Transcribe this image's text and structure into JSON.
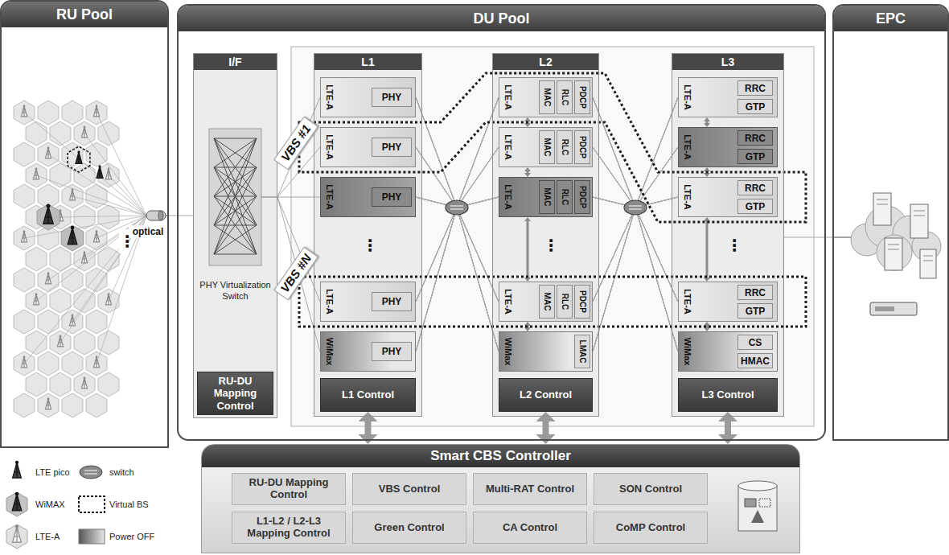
{
  "diagram": {
    "nodes": [
      {
        "text": [
          "RU Pool"
        ]
      },
      {
        "text": [
          "DU Pool"
        ]
      },
      {
        "text": [
          "I/F",
          "PHY Virtualization Switch"
        ],
        "in": 1
      },
      {
        "text": [
          "RU-DU Mapping Control"
        ],
        "in": 2
      },
      {
        "text": [
          "L1"
        ],
        "in": 1
      },
      {
        "text": [
          "LTE-A"
        ],
        "in": 4
      },
      {
        "text": [
          "PHY"
        ],
        "in": 5
      },
      {
        "text": [
          "LTE-A"
        ],
        "in": 4
      },
      {
        "text": [
          "PHY"
        ],
        "in": 7
      },
      {
        "text": [
          "LTE-A"
        ],
        "in": 4
      },
      {
        "text": [
          "PHY"
        ],
        "in": 9
      },
      {
        "text": [
          "LTE-A"
        ],
        "in": 4
      },
      {
        "text": [
          "PHY"
        ],
        "in": 11
      },
      {
        "text": [
          "WiMax"
        ],
        "in": 4
      },
      {
        "text": [
          "PHY"
        ],
        "in": 13
      },
      {
        "text": [
          "L1 Control"
        ],
        "in": 4
      },
      {
        "text": [
          "L2"
        ],
        "in": 1
      },
      {
        "text": [
          "LTE-A"
        ],
        "in": 16
      },
      {
        "text": [
          "MAC"
        ],
        "in": 17
      },
      {
        "text": [
          "RLC"
        ],
        "in": 17
      },
      {
        "text": [
          "PDCP"
        ],
        "in": 17
      },
      {
        "text": [
          "LTE-A"
        ],
        "in": 16
      },
      {
        "text": [
          "MAC"
        ],
        "in": 21
      },
      {
        "text": [
          "RLC"
        ],
        "in": 21
      },
      {
        "text": [
          "PDCP"
        ],
        "in": 21
      },
      {
        "text": [
          "LTE-A"
        ],
        "in": 16
      },
      {
        "text": [
          "MAC"
        ],
        "in": 25
      },
      {
        "text": [
          "RLC"
        ],
        "in": 25
      },
      {
        "text": [
          "PDCP"
        ],
        "in": 25
      },
      {
        "text": [
          "LTE-A"
        ],
        "in": 16
      },
      {
        "text": [
          "MAC"
        ],
        "in": 29
      },
      {
        "text": [
          "RLC"
        ],
        "in": 29
      },
      {
        "text": [
          "PDCP"
        ],
        "in": 29
      },
      {
        "text": [
          "WiMax"
        ],
        "in": 16
      },
      {
        "text": [
          "LMAC"
        ],
        "in": 33
      },
      {
        "text": [
          "L2 Control"
        ],
        "in": 16
      },
      {
        "text": [
          "L3"
        ],
        "in": 1
      },
      {
        "text": [
          "LTE-A"
        ],
        "in": 36
      },
      {
        "text": [
          "RRC"
        ],
        "in": 37
      },
      {
        "text": [
          "GTP"
        ],
        "in": 37
      },
      {
        "text": [
          "LTE-A"
        ],
        "in": 36
      },
      {
        "text": [
          "RRC"
        ],
        "in": 40
      },
      {
        "text": [
          "GTP"
        ],
        "in": 40
      },
      {
        "text": [
          "LTE-A"
        ],
        "in": 36
      },
      {
        "text": [
          "RRC"
        ],
        "in": 43
      },
      {
        "text": [
          "GTP"
        ],
        "in": 43
      },
      {
        "text": [
          "LTE-A"
        ],
        "in": 36
      },
      {
        "text": [
          "RRC"
        ],
        "in": 46
      },
      {
        "text": [
          "GTP"
        ],
        "in": 46
      },
      {
        "text": [
          "WiMax"
        ],
        "in": 36
      },
      {
        "text": [
          "CS"
        ],
        "in": 49
      },
      {
        "text": [
          "HMAC"
        ],
        "in": 49
      },
      {
        "text": [
          "L3 Control"
        ],
        "in": 36
      },
      {
        "text": [
          "EPC"
        ]
      },
      {
        "text": [
          "Smart CBS Controller"
        ]
      },
      {
        "text": [
          "RU-DU Mapping Control"
        ],
        "in": 54
      },
      {
        "text": [
          "VBS Control"
        ],
        "in": 54
      },
      {
        "text": [
          "Multi-RAT Control"
        ],
        "in": 54
      },
      {
        "text": [
          "SON Control"
        ],
        "in": 54
      },
      {
        "text": [
          "L1-L2 / L2-L3 Mapping Control"
        ],
        "in": 54
      },
      {
        "text": [
          "Green Control"
        ],
        "in": 54
      },
      {
        "text": [
          "CA Control"
        ],
        "in": 54
      },
      {
        "text": [
          "CoMP Control"
        ],
        "in": 54
      }
    ],
    "edges": [
      {
        "from": 0,
        "to": 2,
        "arrow": "none"
      },
      {
        "from": 2,
        "to": 5,
        "arrow": "none"
      },
      {
        "from": 2,
        "to": 7,
        "arrow": "none"
      },
      {
        "from": 2,
        "to": 9,
        "arrow": "none"
      },
      {
        "from": 2,
        "to": 11,
        "arrow": "none"
      },
      {
        "from": 2,
        "to": 13,
        "arrow": "none"
      },
      {
        "from": 5,
        "to": 17,
        "arrow": "none"
      },
      {
        "from": 5,
        "to": 21,
        "arrow": "none"
      },
      {
        "from": 5,
        "to": 25,
        "arrow": "none"
      },
      {
        "from": 5,
        "to": 29,
        "arrow": "none"
      },
      {
        "from": 5,
        "to": 33,
        "arrow": "none"
      },
      {
        "from": 7,
        "to": 17,
        "arrow": "none"
      },
      {
        "from": 7,
        "to": 21,
        "arrow": "none"
      },
      {
        "from": 7,
        "to": 25,
        "arrow": "none"
      },
      {
        "from": 7,
        "to": 29,
        "arrow": "none"
      },
      {
        "from": 7,
        "to": 33,
        "arrow": "none"
      },
      {
        "from": 9,
        "to": 17,
        "arrow": "none"
      },
      {
        "from": 9,
        "to": 21,
        "arrow": "none"
      },
      {
        "from": 9,
        "to": 25,
        "arrow": "none"
      },
      {
        "from": 9,
        "to": 29,
        "arrow": "none"
      },
      {
        "from": 9,
        "to": 33,
        "arrow": "none"
      },
      {
        "from": 11,
        "to": 17,
        "arrow": "none"
      },
      {
        "from": 11,
        "to": 21,
        "arrow": "none"
      },
      {
        "from": 11,
        "to": 25,
        "arrow": "none"
      },
      {
        "from": 11,
        "to": 29,
        "arrow": "none"
      },
      {
        "from": 11,
        "to": 33,
        "arrow": "none"
      },
      {
        "from": 13,
        "to": 17,
        "arrow": "none"
      },
      {
        "from": 13,
        "to": 21,
        "arrow": "none"
      },
      {
        "from": 13,
        "to": 25,
        "arrow": "none"
      },
      {
        "from": 13,
        "to": 29,
        "arrow": "none"
      },
      {
        "from": 13,
        "to": 33,
        "arrow": "none"
      },
      {
        "from": 17,
        "to": 37,
        "arrow": "none"
      },
      {
        "from": 17,
        "to": 40,
        "arrow": "none"
      },
      {
        "from": 17,
        "to": 43,
        "arrow": "none"
      },
      {
        "from": 17,
        "to": 46,
        "arrow": "none"
      },
      {
        "from": 17,
        "to": 49,
        "arrow": "none"
      },
      {
        "from": 21,
        "to": 37,
        "arrow": "none"
      },
      {
        "from": 21,
        "to": 40,
        "arrow": "none"
      },
      {
        "from": 21,
        "to": 43,
        "arrow": "none"
      },
      {
        "from": 21,
        "to": 46,
        "arrow": "none"
      },
      {
        "from": 21,
        "to": 49,
        "arrow": "none"
      },
      {
        "from": 25,
        "to": 37,
        "arrow": "none"
      },
      {
        "from": 25,
        "to": 40,
        "arrow": "none"
      },
      {
        "from": 25,
        "to": 43,
        "arrow": "none"
      },
      {
        "from": 25,
        "to": 46,
        "arrow": "none"
      },
      {
        "from": 25,
        "to": 49,
        "arrow": "none"
      },
      {
        "from": 29,
        "to": 37,
        "arrow": "none"
      },
      {
        "from": 29,
        "to": 40,
        "arrow": "none"
      },
      {
        "from": 29,
        "to": 43,
        "arrow": "none"
      },
      {
        "from": 29,
        "to": 46,
        "arrow": "none"
      },
      {
        "from": 29,
        "to": 49,
        "arrow": "none"
      },
      {
        "from": 33,
        "to": 37,
        "arrow": "none"
      },
      {
        "from": 33,
        "to": 40,
        "arrow": "none"
      },
      {
        "from": 33,
        "to": 43,
        "arrow": "none"
      },
      {
        "from": 33,
        "to": 46,
        "arrow": "none"
      },
      {
        "from": 33,
        "to": 49,
        "arrow": "none"
      },
      {
        "from": 17,
        "to": 21,
        "arrow": "both"
      },
      {
        "from": 21,
        "to": 25,
        "arrow": "both"
      },
      {
        "from": 25,
        "to": 29,
        "arrow": "both"
      },
      {
        "from": 29,
        "to": 33,
        "arrow": "both"
      },
      {
        "from": 37,
        "to": 40,
        "arrow": "both"
      },
      {
        "from": 40,
        "to": 43,
        "arrow": "both"
      },
      {
        "from": 43,
        "to": 46,
        "arrow": "both"
      },
      {
        "from": 46,
        "to": 49,
        "arrow": "both"
      },
      {
        "from": 36,
        "to": 53,
        "arrow": "none"
      },
      {
        "from": 15,
        "to": 54,
        "arrow": "both"
      },
      {
        "from": 35,
        "to": 54,
        "arrow": "both"
      },
      {
        "from": 52,
        "to": 54,
        "arrow": "both"
      }
    ],
    "labels": [
      "VBS #1",
      "VBS #N",
      "optical",
      "⋮",
      "⋮",
      "⋮",
      "⋮"
    ],
    "legend": [
      {
        "text": "LTE pico"
      },
      {
        "text": "switch"
      },
      {
        "text": "WiMAX"
      },
      {
        "text": "Virtual BS"
      },
      {
        "text": "LTE-A"
      },
      {
        "text": "Power OFF"
      }
    ]
  }
}
